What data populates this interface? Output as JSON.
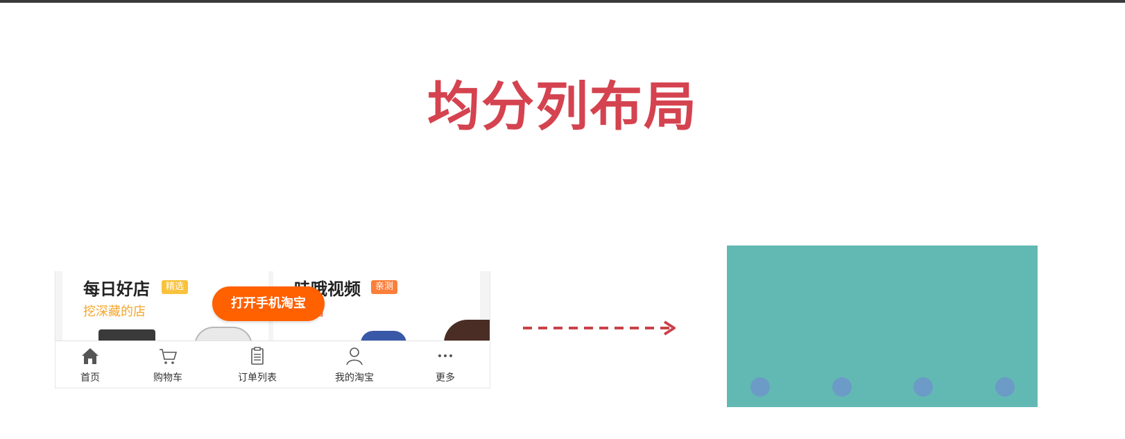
{
  "slide": {
    "title": "均分列布局"
  },
  "phone": {
    "panels": [
      {
        "title": "每日好店",
        "badge": "精选",
        "subtitle": "挖深藏的店"
      },
      {
        "title": "哇哦视频",
        "badge": "亲测",
        "subtitle": "爱看"
      }
    ],
    "open_button_label": "打开手机淘宝",
    "tabs": [
      {
        "label": "首页",
        "icon": "home-icon"
      },
      {
        "label": "购物车",
        "icon": "cart-icon"
      },
      {
        "label": "订单列表",
        "icon": "clipboard-icon"
      },
      {
        "label": "我的淘宝",
        "icon": "user-icon"
      },
      {
        "label": "更多",
        "icon": "more-icon"
      }
    ]
  },
  "colors": {
    "title": "#d4434f",
    "accent_orange": "#ff6000",
    "teal_box": "#62b9b3",
    "dots": "#6b9bc6",
    "arrow": "#c9424a"
  },
  "diagram": {
    "dot_count": 4
  }
}
